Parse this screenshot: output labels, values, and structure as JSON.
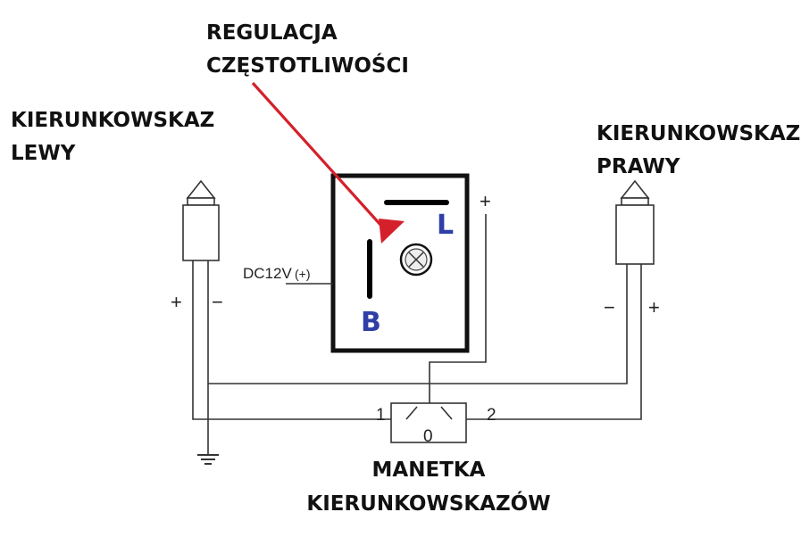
{
  "labels": {
    "regulation_line1": "REGULACJA",
    "regulation_line2": "CZĘSTOTLIWOŚCI",
    "left_indicator_line1": "KIERUNKOWSKAZ",
    "left_indicator_line2": "LEWY",
    "right_indicator_line1": "KIERUNKOWSKAZ",
    "right_indicator_line2": "PRAWY",
    "switch_line1": "MANETKA",
    "switch_line2": "KIERUNKOWSKAZÓW",
    "power_input": "DC12V",
    "power_input_polarity": "(+)"
  },
  "terminals": {
    "relay_L": "L",
    "relay_B": "B",
    "relay_plus": "+",
    "left_plus": "+",
    "left_minus": "−",
    "right_minus": "−",
    "right_plus": "+",
    "switch_pos_1": "1",
    "switch_pos_0": "0",
    "switch_pos_2": "2"
  },
  "colors": {
    "arrow": "#d4202a",
    "terminal_letters": "#2f3fa6",
    "wire": "#333333"
  }
}
